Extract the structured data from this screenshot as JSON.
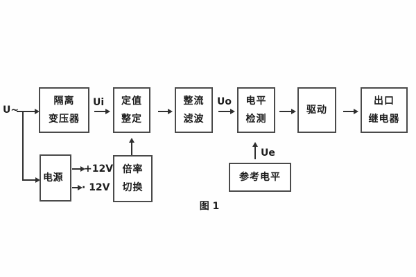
{
  "figure": {
    "caption": "图 1",
    "colors": {
      "background": "#fefefe",
      "line": "#2f2f2f",
      "box_border": "#4a4a4a",
      "text": "#1d1d1d"
    }
  },
  "labels": {
    "input_signal": "U~",
    "ui": "Ui",
    "uo": "Uo",
    "ue": "Ue",
    "rail_positive": "+12V",
    "rail_negative": "· 12V"
  },
  "boxes": {
    "isolation_transformer": {
      "line1": "隔离",
      "line2": "变压器"
    },
    "setting_adjust": {
      "line1": "定值",
      "line2": "整定"
    },
    "rectifier_filter": {
      "line1": "整流",
      "line2": "滤波"
    },
    "level_detect": {
      "line1": "电平",
      "line2": "检测"
    },
    "drive": {
      "line1": "驱动"
    },
    "output_relay": {
      "line1": "出口",
      "line2": "继电器"
    },
    "power_supply": {
      "line1": "电源"
    },
    "ratio_switch": {
      "line1": "倍率",
      "line2": "切换"
    },
    "reference_level": {
      "line1": "参考电平"
    }
  }
}
